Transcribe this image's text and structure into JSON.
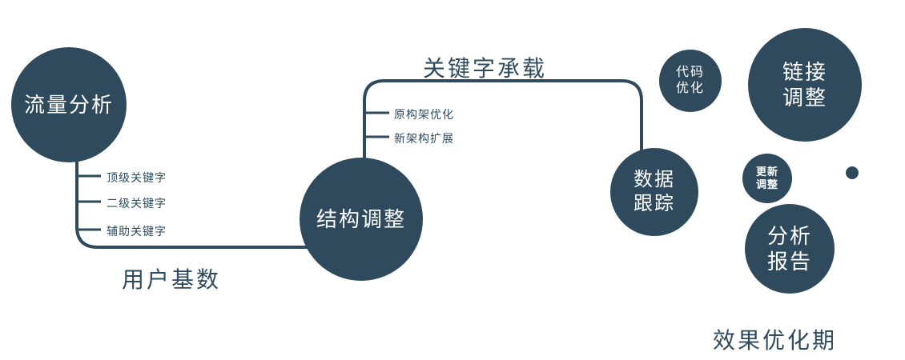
{
  "diagram": {
    "nodes": {
      "traffic_analysis": {
        "label": "流量分析"
      },
      "structure_adjust": {
        "label": "结构调整"
      },
      "data_tracking": {
        "line1": "数据",
        "line2": "跟踪"
      },
      "code_optimize": {
        "line1": "代码",
        "line2": "优化"
      },
      "link_adjust": {
        "line1": "链接",
        "line2": "调整"
      },
      "update_adjust": {
        "line1": "更新",
        "line2": "调整"
      },
      "analysis_report": {
        "line1": "分析",
        "line2": "报告"
      }
    },
    "edge_labels": {
      "user_base": "用户基数",
      "keyword_carry": "关键字承载"
    },
    "keyword_branches": [
      "顶级关键字",
      "二级关键字",
      "辅助关键字"
    ],
    "architecture_branches": [
      "原构架优化",
      "新架构扩展"
    ],
    "stage_label": "效果优化期",
    "colors": {
      "primary": "#2e4a5c",
      "node_text": "#ffffff",
      "background": "#ffffff"
    }
  }
}
